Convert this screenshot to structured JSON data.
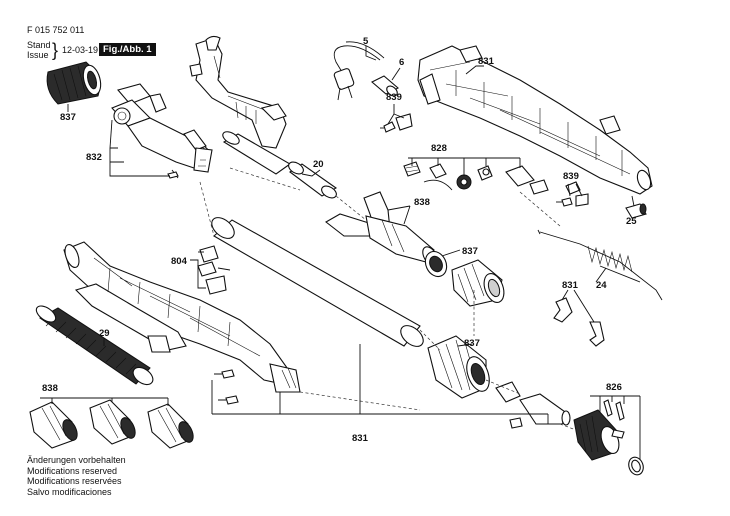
{
  "header": {
    "doc_number": "F 015 752 011",
    "stand_label": "Stand",
    "issue_label": "Issue",
    "date": "12-03-19",
    "figure_label": "Fig./Abb. 1"
  },
  "footer_notes": [
    "Änderungen vorbehalten",
    "Modifications reserved",
    "Modifications reservées",
    "Salvo modificaciones"
  ],
  "part_labels": {
    "p5": "5",
    "p6": "6",
    "p831_top": "831",
    "p837_top": "837",
    "p832": "832",
    "p839_a": "839",
    "p20": "20",
    "p828": "828",
    "p839_b": "839",
    "p25": "25",
    "p838_mid": "838",
    "p804": "804",
    "p837_mid": "837",
    "p831_right": "831",
    "p24": "24",
    "p29": "29",
    "p837_low": "837",
    "p826": "826",
    "p838_low": "838",
    "p831_bottom": "831"
  }
}
